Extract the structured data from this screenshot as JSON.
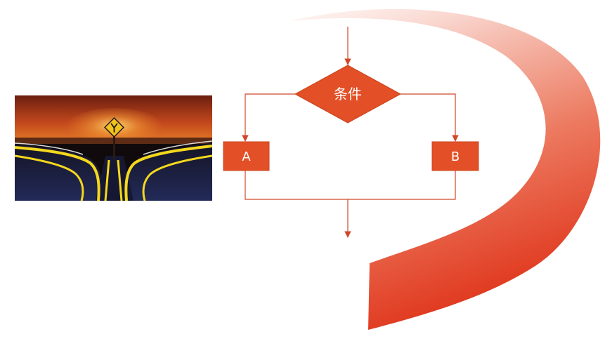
{
  "flowchart": {
    "condition_label": "条件",
    "branch_a_label": "A",
    "branch_b_label": "B"
  },
  "colors": {
    "node_fill": "#e34f26",
    "node_stroke": "#c94420",
    "connector": "#d0472a",
    "arc_light": "#fbe3de",
    "arc_dark": "#e03c24"
  },
  "picture": {
    "subject": "road-fork-sunset",
    "sign_icon": "fork-road-sign-icon"
  }
}
